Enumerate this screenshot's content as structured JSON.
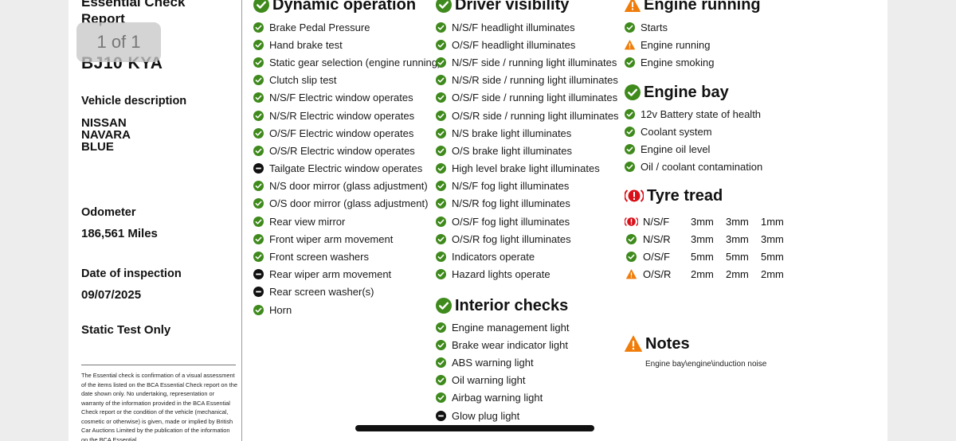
{
  "pager": "1 of 1",
  "doc": {
    "title_line1": "Essential Check",
    "title_line2": "Report",
    "registration": "BJ10 KYA",
    "vehicle_label": "Vehicle description",
    "vehicle_make": "NISSAN",
    "vehicle_model": "NAVARA",
    "vehicle_colour": "BLUE",
    "odometer_label": "Odometer",
    "odometer_value": "186,561 Miles",
    "date_label": "Date of inspection",
    "date_value": "09/07/2025",
    "test_type": "Static Test Only",
    "disclaimer": "The Essential check is confirmation of a visual assessment of the items listed on the BCA Essential Check report on the date shown only. No undertaking, representation or warranty of the information provided in the BCA Essential Check report or the condition of the vehicle (mechanical, cosmetic or otherwise) is given, made or implied by British Car Auctions Limited by the publication of the information on the BCA Essential"
  },
  "colors": {
    "pass": "#3f8a1c",
    "advisory": "#f07d0a",
    "fail": "#d9101a",
    "na": "#111111"
  },
  "dynamic": {
    "title": "Dynamic operation",
    "status": "pass",
    "items": [
      {
        "label": "Brake Pedal Pressure",
        "status": "pass"
      },
      {
        "label": "Hand brake test",
        "status": "pass"
      },
      {
        "label": "Static gear selection (engine running)",
        "status": "pass"
      },
      {
        "label": "Clutch slip test",
        "status": "pass"
      },
      {
        "label": "N/S/F Electric window operates",
        "status": "pass"
      },
      {
        "label": "N/S/R Electric window operates",
        "status": "pass"
      },
      {
        "label": "O/S/F Electric window operates",
        "status": "pass"
      },
      {
        "label": "O/S/R Electric window operates",
        "status": "pass"
      },
      {
        "label": "Tailgate Electric window operates",
        "status": "na"
      },
      {
        "label": "N/S door mirror (glass adjustment)",
        "status": "pass"
      },
      {
        "label": "O/S door mirror (glass adjustment)",
        "status": "pass"
      },
      {
        "label": "Rear view mirror",
        "status": "pass"
      },
      {
        "label": "Front wiper arm movement",
        "status": "pass"
      },
      {
        "label": "Front screen washers",
        "status": "pass"
      },
      {
        "label": "Rear wiper arm movement",
        "status": "na"
      },
      {
        "label": "Rear screen washer(s)",
        "status": "na"
      },
      {
        "label": "Horn",
        "status": "pass"
      }
    ]
  },
  "visibility": {
    "title": "Driver visibility",
    "status": "pass",
    "items": [
      {
        "label": "N/S/F headlight illuminates",
        "status": "pass"
      },
      {
        "label": "O/S/F headlight illuminates",
        "status": "pass"
      },
      {
        "label": "N/S/F side / running light illuminates",
        "status": "pass"
      },
      {
        "label": "N/S/R side / running light illuminates",
        "status": "pass"
      },
      {
        "label": "O/S/F side / running light illuminates",
        "status": "pass"
      },
      {
        "label": "O/S/R side / running light illuminates",
        "status": "pass"
      },
      {
        "label": "N/S brake light illuminates",
        "status": "pass"
      },
      {
        "label": "O/S brake light illuminates",
        "status": "pass"
      },
      {
        "label": "High level brake light illuminates",
        "status": "pass"
      },
      {
        "label": "N/S/F fog light illuminates",
        "status": "pass"
      },
      {
        "label": "N/S/R fog light illuminates",
        "status": "pass"
      },
      {
        "label": "O/S/F fog light illuminates",
        "status": "pass"
      },
      {
        "label": "O/S/R fog light illuminates",
        "status": "pass"
      },
      {
        "label": "Indicators operate",
        "status": "pass"
      },
      {
        "label": "Hazard lights operate",
        "status": "pass"
      }
    ]
  },
  "interior": {
    "title": "Interior checks",
    "status": "pass",
    "items": [
      {
        "label": "Engine management light",
        "status": "pass"
      },
      {
        "label": "Brake wear indicator light",
        "status": "pass"
      },
      {
        "label": "ABS warning light",
        "status": "pass"
      },
      {
        "label": "Oil warning light",
        "status": "pass"
      },
      {
        "label": "Airbag warning light",
        "status": "pass"
      },
      {
        "label": "Glow plug light",
        "status": "na"
      }
    ]
  },
  "engine_running": {
    "title": "Engine running",
    "status": "advisory",
    "items": [
      {
        "label": "Starts",
        "status": "pass"
      },
      {
        "label": "Engine running",
        "status": "advisory"
      },
      {
        "label": "Engine smoking",
        "status": "pass"
      }
    ]
  },
  "engine_bay": {
    "title": "Engine bay",
    "status": "pass",
    "items": [
      {
        "label": "12v Battery state of health",
        "status": "pass"
      },
      {
        "label": "Coolant system",
        "status": "pass"
      },
      {
        "label": "Engine oil level",
        "status": "pass"
      },
      {
        "label": "Oil / coolant contamination",
        "status": "pass"
      }
    ]
  },
  "tyres": {
    "title": "Tyre tread",
    "status": "fail",
    "rows": [
      {
        "position": "N/S/F",
        "status": "fail",
        "d1": "3mm",
        "d2": "3mm",
        "d3": "1mm"
      },
      {
        "position": "N/S/R",
        "status": "pass",
        "d1": "3mm",
        "d2": "3mm",
        "d3": "3mm"
      },
      {
        "position": "O/S/F",
        "status": "pass",
        "d1": "5mm",
        "d2": "5mm",
        "d3": "5mm"
      },
      {
        "position": "O/S/R",
        "status": "advisory",
        "d1": "2mm",
        "d2": "2mm",
        "d3": "2mm"
      }
    ]
  },
  "notes": {
    "title": "Notes",
    "status": "advisory",
    "text": "Engine bay\\engine\\induction noise"
  }
}
